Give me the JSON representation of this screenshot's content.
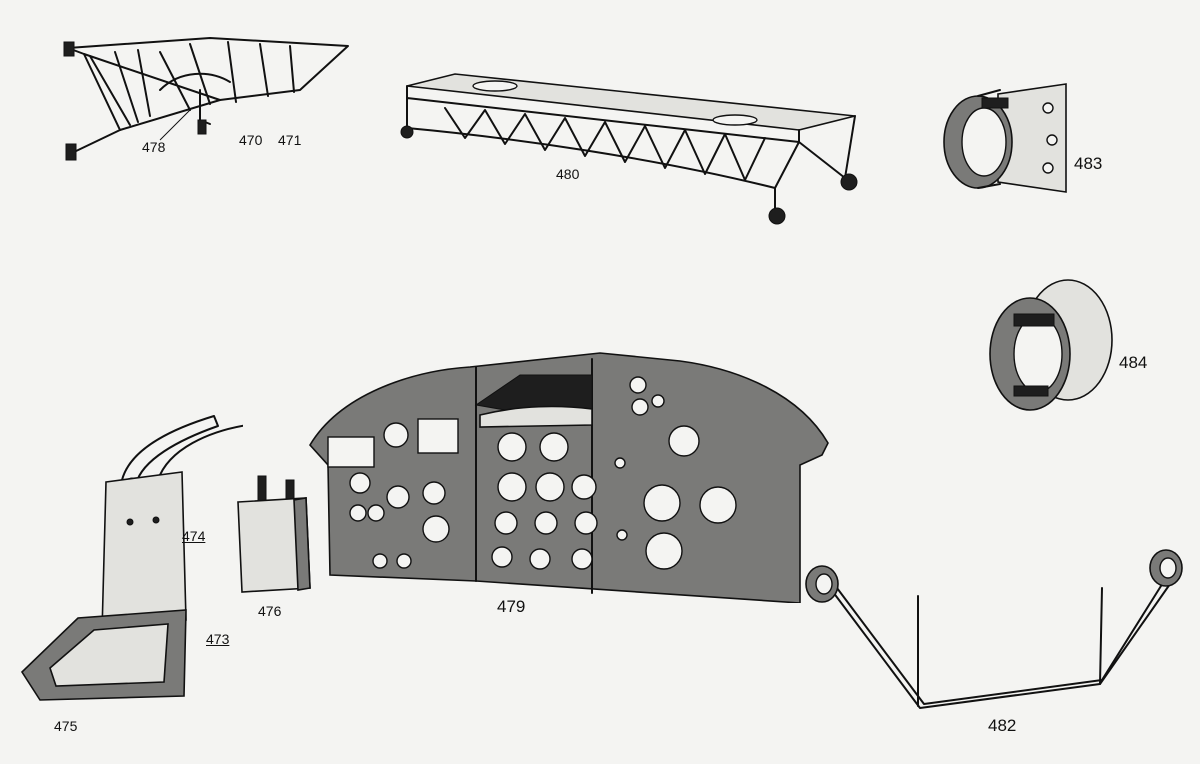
{
  "parts": [
    {
      "id": "strut-frame",
      "label": "478"
    },
    {
      "id": "strut-frame-470",
      "label": "470"
    },
    {
      "id": "strut-frame-471",
      "label": "471"
    },
    {
      "id": "bench-frame",
      "label": "480"
    },
    {
      "id": "ring-mount-483",
      "label": "483"
    },
    {
      "id": "ring-mount-484",
      "label": "484"
    },
    {
      "id": "seat-back",
      "label": "474"
    },
    {
      "id": "seat-pan",
      "label": "473"
    },
    {
      "id": "seat-base",
      "label": "475"
    },
    {
      "id": "cushion",
      "label": "476"
    },
    {
      "id": "instrument-panel",
      "label": "479"
    },
    {
      "id": "rail-frame",
      "label": "482"
    }
  ]
}
